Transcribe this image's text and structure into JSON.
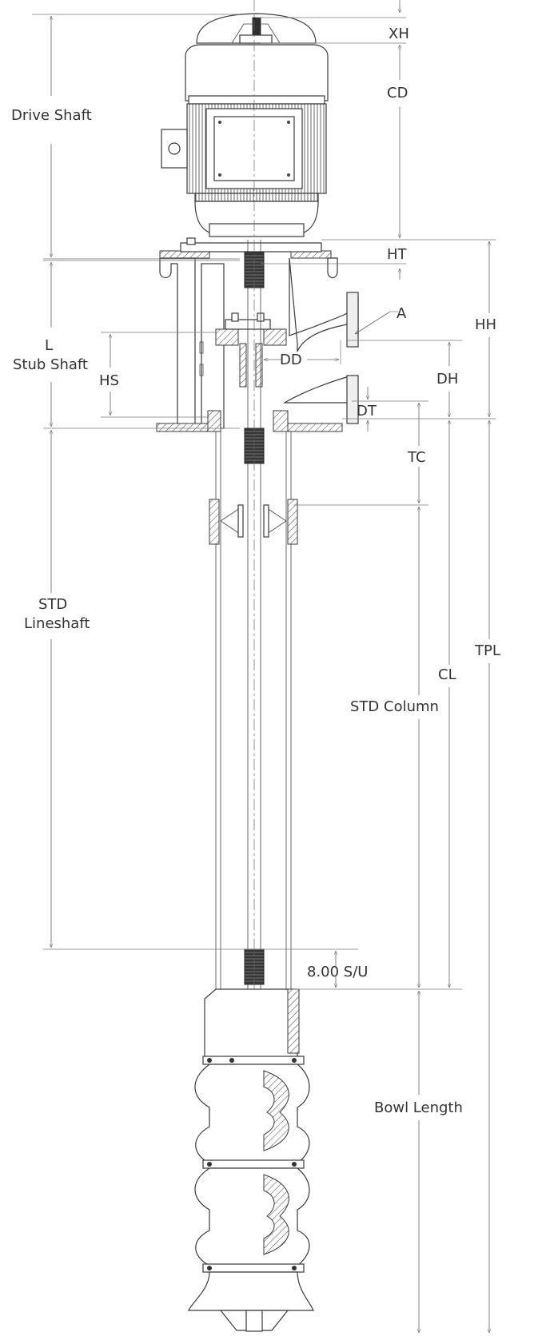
{
  "labels": {
    "drive_shaft": "Drive Shaft",
    "xh": "XH",
    "cd": "CD",
    "ht": "HT",
    "a": "A",
    "hh": "HH",
    "l": "L",
    "stub_shaft": "Stub Shaft",
    "dd": "DD",
    "dh": "DH",
    "hs": "HS",
    "dt": "DT",
    "tc": "TC",
    "std": "STD",
    "lineshaft": "Lineshaft",
    "tpl": "TPL",
    "cl": "CL",
    "std_column": "STD Column",
    "su": "8.00 S/U",
    "bowl_length": "Bowl Length"
  }
}
